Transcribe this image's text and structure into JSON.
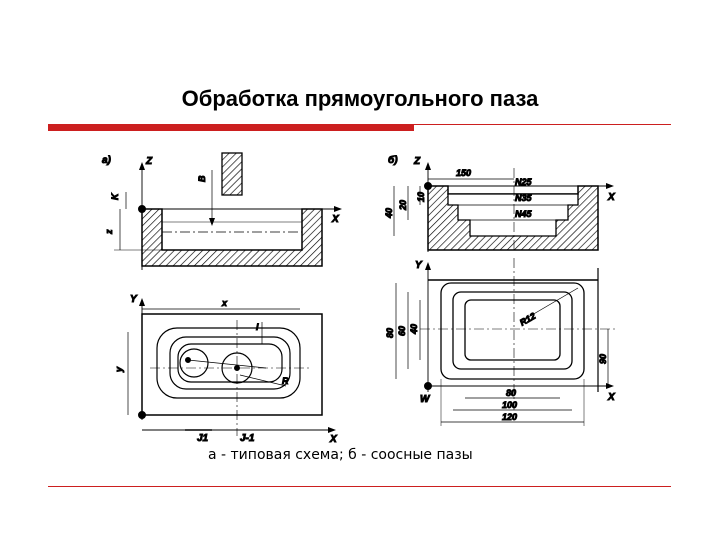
{
  "title": "Обработка прямоугольного паза",
  "caption": "а - типовая схема; б - соосные пазы",
  "colors": {
    "accent": "#cc1f1f"
  },
  "drawing_a": {
    "label": "а)",
    "axis_z": "Z",
    "axis_x": "X",
    "axis_y": "Y",
    "dim_k": "K",
    "dim_b": "B",
    "dim_z": "z",
    "dim_x": "x",
    "dim_y": "y",
    "dim_l": "l",
    "dim_r": "R",
    "j1": "J1",
    "jm1": "J-1"
  },
  "drawing_b": {
    "label": "б)",
    "axis_z": "Z",
    "axis_x": "X",
    "axis_y": "Y",
    "axis_w": "W",
    "n25": "N25",
    "n35": "N35",
    "n45": "N45",
    "d150": "150",
    "d10": "10",
    "d20": "20",
    "d40": "40",
    "d80v": "80",
    "d60": "60",
    "d40v": "40",
    "d90": "90",
    "r12": "R12",
    "d80": "80",
    "d100": "100",
    "d120": "120"
  }
}
